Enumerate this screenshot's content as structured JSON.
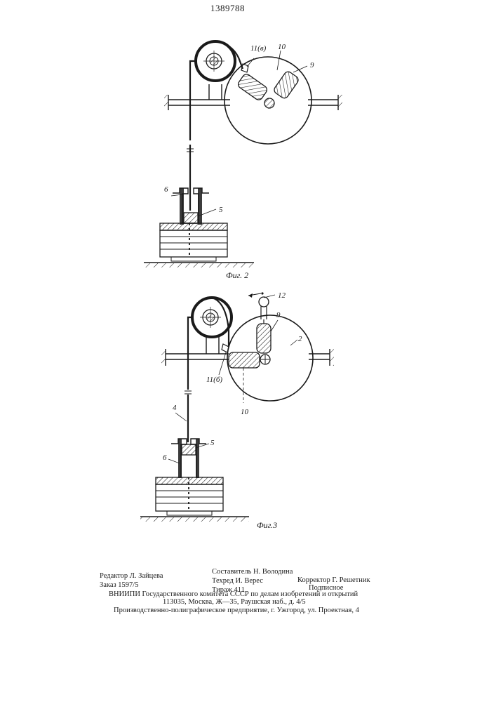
{
  "patent_number": "1389788",
  "figures": [
    {
      "caption": "Фиг. 2",
      "labels": {
        "catch": "11(в)",
        "part10": "10",
        "part9": "9",
        "part6": "6",
        "part5": "5"
      }
    },
    {
      "caption": "Фиг.3",
      "labels": {
        "part12": "12",
        "part9": "9",
        "part2": "2",
        "catch": "11(б)",
        "part10": "10",
        "part4": "4",
        "part5": "5",
        "part6": "6"
      }
    }
  ],
  "imprint": {
    "compiler": "Составитель Н. Володина",
    "editor": "Редактор Л. Зайцева",
    "tech": "Техред И. Верес",
    "corrector": "Корректор Г. Решетник",
    "order": "Заказ 1597/5",
    "circulation": "Тираж 411",
    "subscription": "Подписное",
    "organization": "ВНИИПИ Государственного комитета СССР по делам изобретений и открытий",
    "address": "113035, Москва, Ж—35, Раушская наб., д. 4/5",
    "printer": "Производственно-полиграфическое предприятие, г. Ужгород, ул. Проектная, 4"
  }
}
